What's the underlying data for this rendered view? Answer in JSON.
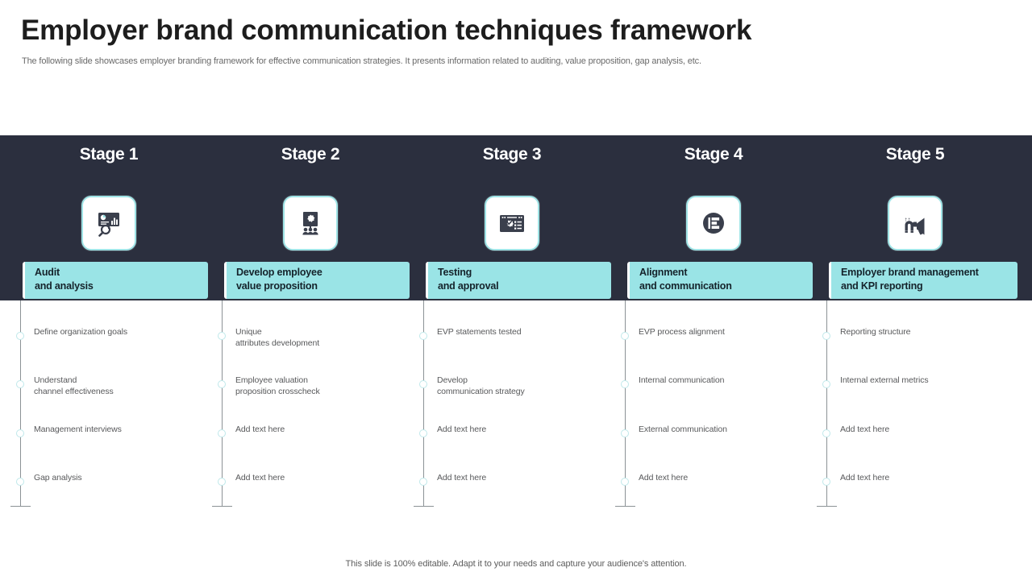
{
  "header": {
    "title": "Employer brand communication techniques framework",
    "subtitle": "The following slide showcases employer branding framework for effective  communication strategies. It presents information related to auditing, value proposition, gap analysis, etc."
  },
  "colors": {
    "band_background": "#2b2f3e",
    "accent_teal": "#9ae4e6",
    "icon_card_border": "#9fe4e6",
    "timeline_line": "#8c9296",
    "body_text": "#58595b",
    "title_text": "#1d1d1d"
  },
  "stages": [
    {
      "stage_label": "Stage 1",
      "icon": "presentation-analytics-magnifier-icon",
      "title_line1": "Audit",
      "title_line2": "and analysis",
      "items": [
        "Define organization goals",
        "Understand\nchannel effectiveness",
        "Management interviews",
        "Gap analysis"
      ]
    },
    {
      "stage_label": "Stage 2",
      "icon": "presentation-audience-icon",
      "title_line1": "Develop employee",
      "title_line2": "value proposition",
      "items": [
        "Unique\nattributes development",
        "Employee valuation\nproposition crosscheck",
        "Add text here",
        "Add text here"
      ]
    },
    {
      "stage_label": "Stage 3",
      "icon": "browser-checklist-gear-icon",
      "title_line1": "Testing",
      "title_line2": "and approval",
      "items": [
        "EVP statements tested",
        "Develop\ncommunication strategy",
        "Add text here",
        "Add text here"
      ]
    },
    {
      "stage_label": "Stage 4",
      "icon": "circle-bar-alignment-icon",
      "title_line1": "Alignment",
      "title_line2": "and communication",
      "items": [
        "EVP process alignment",
        "Internal communication",
        "External communication",
        "Add text here"
      ]
    },
    {
      "stage_label": "Stage 5",
      "icon": "magnet-megaphone-icon",
      "title_line1": "Employer brand management",
      "title_line2": "and KPI reporting",
      "items": [
        "Reporting structure",
        "Internal external metrics",
        "Add text here",
        "Add text here"
      ]
    }
  ],
  "footer": {
    "note": "This slide is 100% editable. Adapt it to your needs and capture your audience's attention."
  }
}
